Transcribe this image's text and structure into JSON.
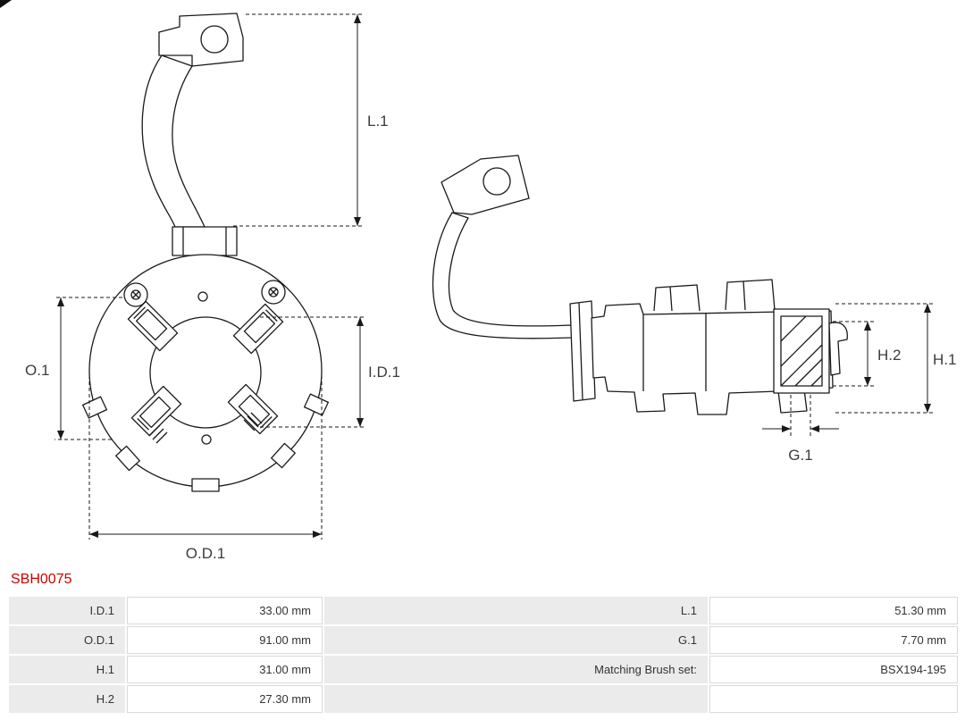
{
  "part": {
    "code": "SBH0075"
  },
  "colors": {
    "part_code": "#cc0000",
    "drawing_line": "#1a1a1a",
    "table_label_bg": "#ebebeb",
    "table_cell_border": "#d9d9d9",
    "text": "#333333"
  },
  "front_view": {
    "labels": {
      "l1": "L.1",
      "o1": "O.1",
      "id1": "I.D.1",
      "od1": "O.D.1"
    }
  },
  "side_view": {
    "labels": {
      "h1": "H.1",
      "h2": "H.2",
      "g1": "G.1"
    }
  },
  "specs": {
    "rows": [
      {
        "label_left": "I.D.1",
        "value_left": "33.00 mm",
        "label_right": "L.1",
        "value_right": "51.30 mm"
      },
      {
        "label_left": "O.D.1",
        "value_left": "91.00 mm",
        "label_right": "G.1",
        "value_right": "7.70 mm"
      },
      {
        "label_left": "H.1",
        "value_left": "31.00 mm",
        "label_right": "Matching Brush set:",
        "value_right": "BSX194-195"
      },
      {
        "label_left": "H.2",
        "value_left": "27.30 mm",
        "label_right": "",
        "value_right": ""
      }
    ]
  }
}
